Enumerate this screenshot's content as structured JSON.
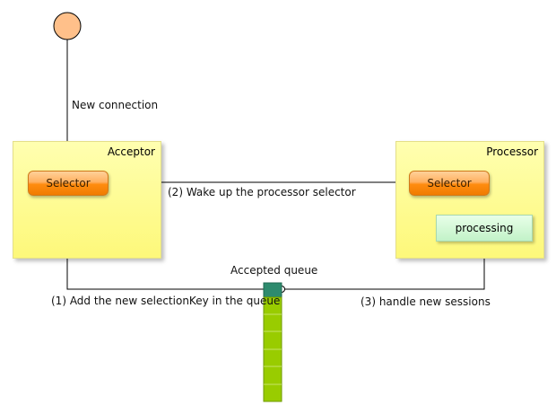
{
  "labels": {
    "new_connection": "New connection",
    "acceptor": "Acceptor",
    "processor": "Processor",
    "acceptor_selector": "Selector",
    "processor_selector": "Selector",
    "processing": "processing",
    "wakeup": "(2) Wake up the processor selector",
    "accepted_queue": "Accepted queue",
    "add_key": "(1) Add the new selectionKey in the queue",
    "handle_sessions": "(3) handle new sessions"
  },
  "colors": {
    "start_node": "#ffc08a",
    "box_fill": "#fdf87a",
    "selector_orange": "#f07c00",
    "processing_green": "#c2f2c8",
    "queue_green": "#99cc00",
    "queue_head": "#2e8b6e"
  }
}
